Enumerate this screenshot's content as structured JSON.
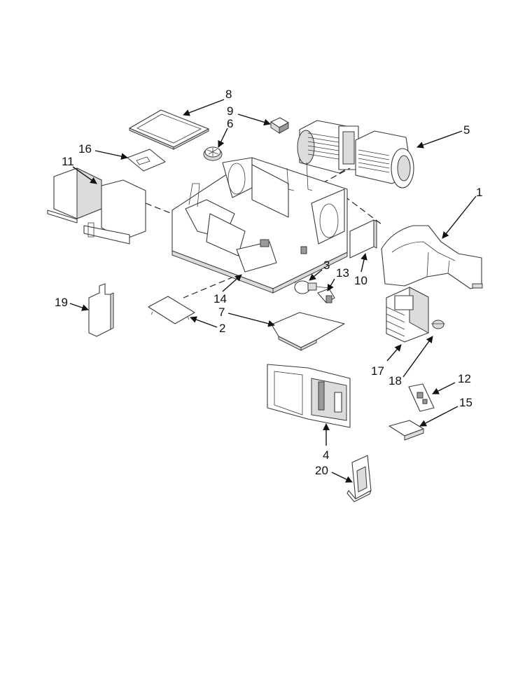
{
  "callouts": [
    {
      "id": "1",
      "label": "1"
    },
    {
      "id": "2",
      "label": "2"
    },
    {
      "id": "3",
      "label": "3"
    },
    {
      "id": "4",
      "label": "4"
    },
    {
      "id": "5",
      "label": "5"
    },
    {
      "id": "6",
      "label": "6"
    },
    {
      "id": "7",
      "label": "7"
    },
    {
      "id": "8",
      "label": "8"
    },
    {
      "id": "9",
      "label": "9"
    },
    {
      "id": "10",
      "label": "10"
    },
    {
      "id": "11",
      "label": "11"
    },
    {
      "id": "12",
      "label": "12"
    },
    {
      "id": "13",
      "label": "13"
    },
    {
      "id": "14",
      "label": "14"
    },
    {
      "id": "15",
      "label": "15"
    },
    {
      "id": "16",
      "label": "16"
    },
    {
      "id": "17",
      "label": "17"
    },
    {
      "id": "18",
      "label": "18"
    },
    {
      "id": "19",
      "label": "19"
    },
    {
      "id": "20",
      "label": "20"
    }
  ]
}
